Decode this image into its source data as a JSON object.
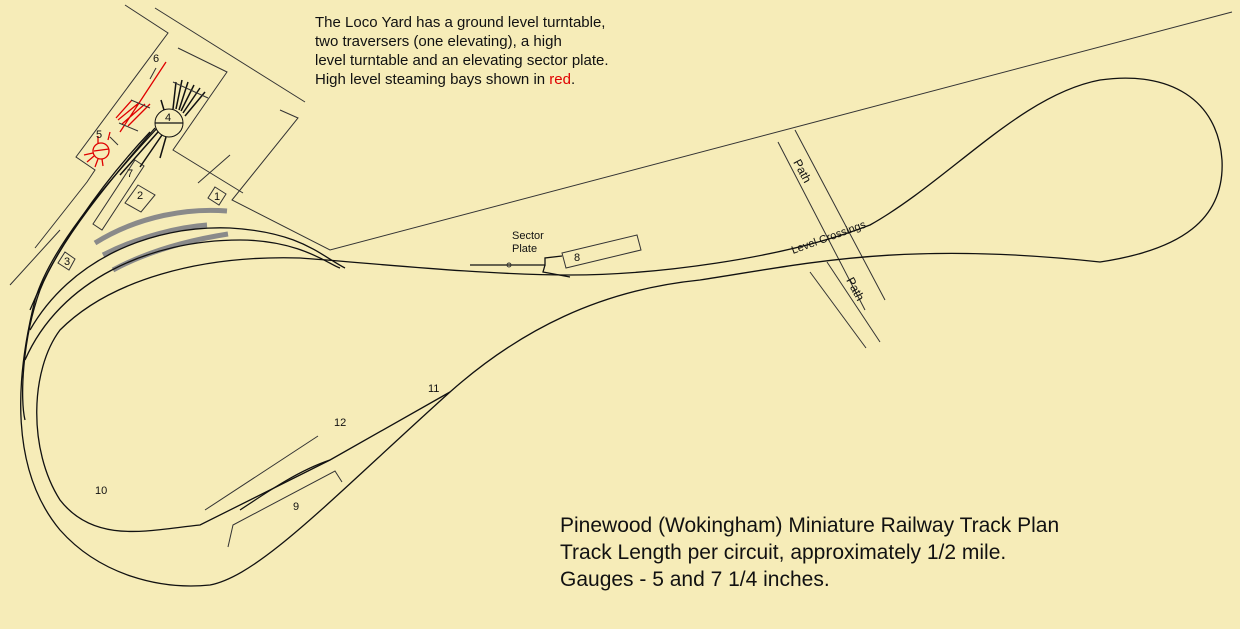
{
  "note": {
    "lines": [
      "The Loco Yard has a ground level turntable,",
      "two traversers (one elevating), a high",
      "level turntable and an elevating sector plate."
    ],
    "last_line_prefix": "High level steaming bays shown in",
    "last_line_red": "red",
    "last_line_suffix": "."
  },
  "title": {
    "lines": [
      "Pinewood (Wokingham) Miniature Railway Track Plan",
      "Track Length per circuit, approximately 1/2 mile.",
      "Gauges - 5 and 7 1/4 inches."
    ]
  },
  "labels": {
    "n1": "1",
    "n2": "2",
    "n3": "3",
    "n4": "4",
    "n5": "5",
    "n6": "6",
    "n7": "7",
    "n8": "8",
    "n9": "9",
    "n10": "10",
    "n11": "11",
    "n12": "12",
    "sector_plate_1": "Sector",
    "sector_plate_2": "Plate",
    "path_upper": "Path",
    "path_lower": "Path",
    "level_crossings": "Level Crossings"
  },
  "colors": {
    "background": "#f6ecb8",
    "track": "#111111",
    "high_level": "#e00000",
    "platform": "#8a8a8a"
  }
}
